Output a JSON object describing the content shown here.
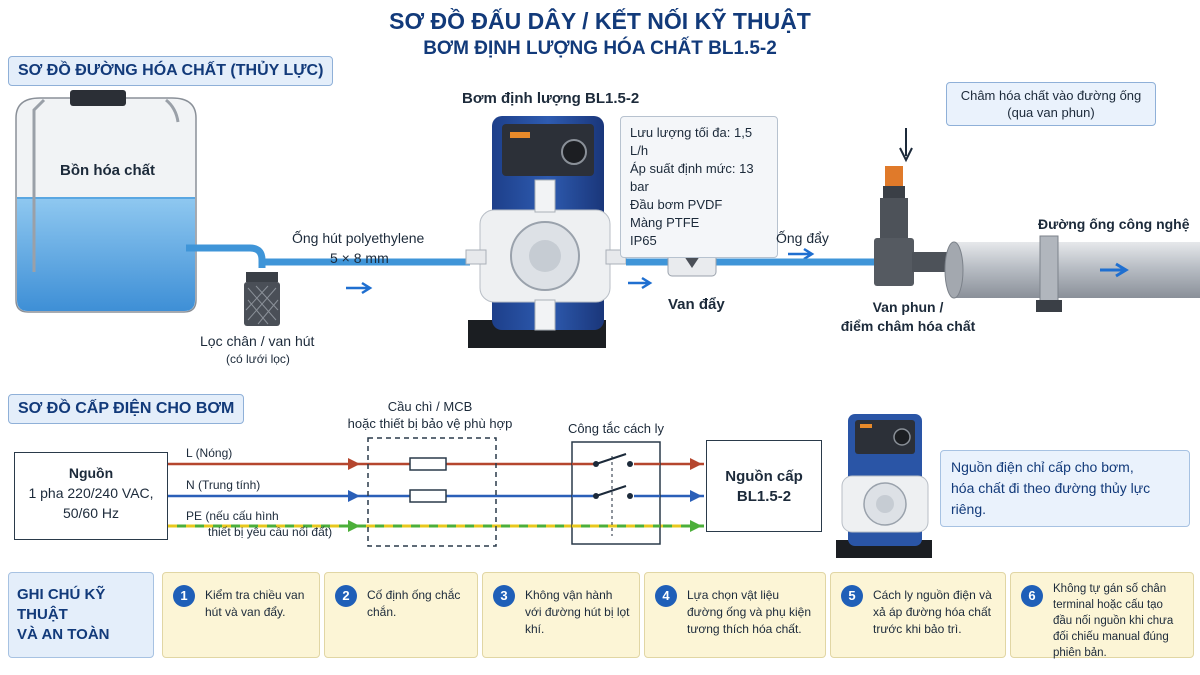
{
  "title": {
    "line1": "SƠ ĐỒ ĐẤU DÂY / KẾT NỐI KỸ THUẬT",
    "line2": "BƠM ĐỊNH LƯỢNG HÓA CHẤT BL1.5-2"
  },
  "hydraulic": {
    "section_label": "SƠ ĐỒ ĐƯỜNG HÓA CHẤT (THỦY LỰC)",
    "tank_label": "Bồn hóa chất",
    "suction_pipe_label": "Ống hút polyethylene",
    "suction_pipe_size": "5 × 8 mm",
    "foot_filter_label": "Lọc chân / van hút",
    "foot_filter_sub": "(có lưới lọc)",
    "pump_title": "Bơm định lượng BL1.5-2",
    "specs": [
      "Lưu lượng tối đa: 1,5 L/h",
      "Áp suất định mức: 13 bar",
      "Đầu bơm PVDF",
      "Màng PTFE",
      "IP65"
    ],
    "discharge_valve_label": "Van đẩy",
    "discharge_pipe_label": "Ống đẩy",
    "injection_callout": [
      "Châm hóa chất vào đường ống",
      "(qua van phun)"
    ],
    "injection_label": [
      "Van phun /",
      "điểm châm hóa chất"
    ],
    "process_pipe_label": "Đường ống công nghệ"
  },
  "electrical": {
    "section_label": "SƠ ĐỒ CẤP ĐIỆN CHO BƠM",
    "source_lines": [
      "Nguồn",
      "1 pha 220/240 VAC,",
      "50/60 Hz"
    ],
    "line_L": "L  (Nóng)",
    "line_N": "N  (Trung tính)",
    "line_PE": [
      "PE  (nếu cấu hình",
      "thiết bị yêu cầu nối đất)"
    ],
    "fuse_label": [
      "Cầu chì / MCB",
      "hoặc thiết bị bảo vệ phù hợp"
    ],
    "switch_label": "Công tắc cách ly",
    "pump_supply": [
      "Nguồn cấp",
      "BL1.5-2"
    ],
    "info": [
      "Nguồn điện chỉ cấp cho bơm,",
      "hóa chất đi theo đường thủy lực riêng."
    ],
    "colors": {
      "L": "#b5462e",
      "N": "#2a5fb8",
      "PE_green": "#4caf3a",
      "PE_yellow": "#e8c81e"
    }
  },
  "notes": {
    "heading": [
      "GHI CHÚ KỸ THUẬT",
      "VÀ AN TOÀN"
    ],
    "items": [
      {
        "num": "1",
        "text": "Kiểm tra chiều van hút và van đẩy."
      },
      {
        "num": "2",
        "text": "Cố định ống chắc chắn."
      },
      {
        "num": "3",
        "text": "Không vận hành với đường hút bị lọt khí."
      },
      {
        "num": "4",
        "text": "Lựa chọn vật liệu đường ống và phụ kiện tương thích hóa chất."
      },
      {
        "num": "5",
        "text": "Cách ly nguồn điện và xả áp đường hóa chất trước khi bảo trì."
      },
      {
        "num": "6",
        "text": "Không tự gán số chân terminal hoặc cấu tạo đầu nối nguồn khi chưa đối chiếu manual đúng phiên bản."
      }
    ]
  }
}
